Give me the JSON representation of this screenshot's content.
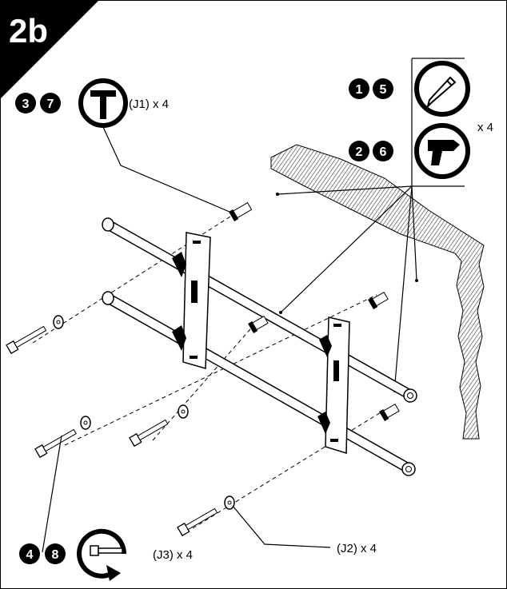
{
  "step": {
    "label": "2b"
  },
  "top_group": {
    "steps": [
      "3",
      "7"
    ],
    "callout": "(J1) x 4",
    "icon": "hammer-icon"
  },
  "right_group": {
    "row1_steps": [
      "1",
      "5"
    ],
    "row1_icon": "pencil-icon",
    "row2_steps": [
      "2",
      "6"
    ],
    "row2_icon": "drill-icon",
    "qty": "x 4"
  },
  "bottom_group": {
    "steps": [
      "4",
      "8"
    ],
    "callout": "(J3) x 4",
    "icon": "socket-wrench-icon"
  },
  "washer_callout": {
    "text": "(J2) x 4"
  },
  "colors": {
    "ink": "#000000",
    "paper": "#ffffff",
    "wall_hatch": "#555555"
  }
}
